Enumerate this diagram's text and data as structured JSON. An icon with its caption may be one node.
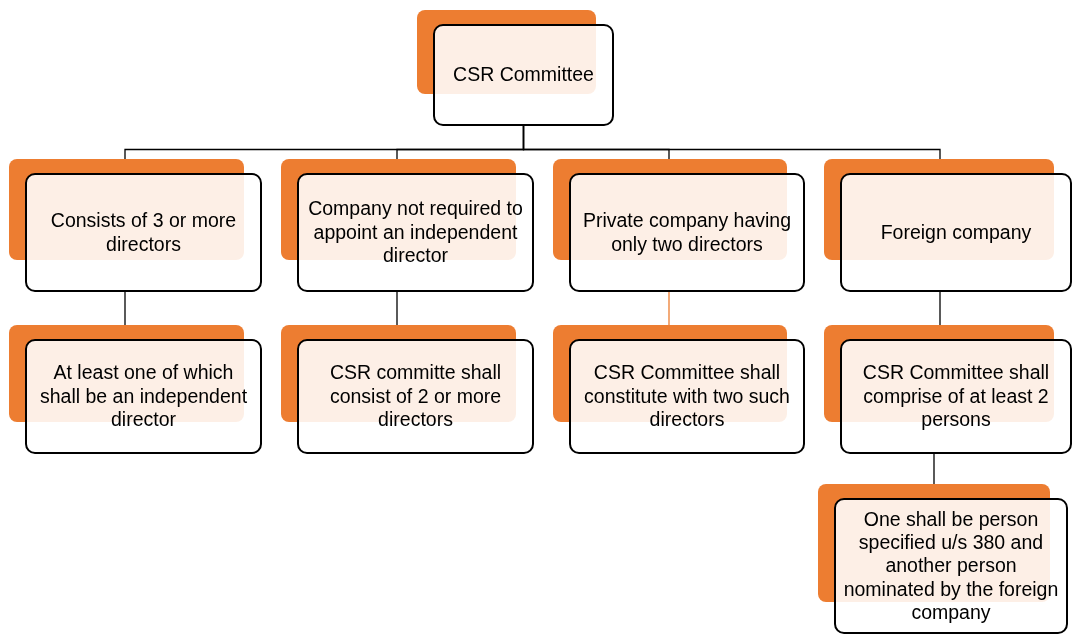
{
  "diagram": {
    "nodes": [
      {
        "text": [
          "CSR Committee"
        ]
      },
      {
        "text": [
          "Consists of 3 or more directors"
        ]
      },
      {
        "text": [
          "Company not required to appoint an independent director"
        ]
      },
      {
        "text": [
          "Private company having only two directors"
        ]
      },
      {
        "text": [
          "Foreign company"
        ]
      },
      {
        "text": [
          "At least one of which shall be an independent director"
        ]
      },
      {
        "text": [
          "CSR committe shall consist of 2 or more directors"
        ]
      },
      {
        "text": [
          "CSR Committee shall constitute with two such directors"
        ]
      },
      {
        "text": [
          "CSR Committee shall comprise of at least 2 persons"
        ]
      },
      {
        "text": [
          "One shall be person specified u/s 380 and another person nominated by the foreign company"
        ]
      }
    ],
    "edges": [
      {
        "from": 0,
        "to": 1,
        "arrow": "none"
      },
      {
        "from": 0,
        "to": 2,
        "arrow": "none"
      },
      {
        "from": 0,
        "to": 3,
        "arrow": "none"
      },
      {
        "from": 0,
        "to": 4,
        "arrow": "none"
      },
      {
        "from": 1,
        "to": 5,
        "arrow": "none"
      },
      {
        "from": 2,
        "to": 6,
        "arrow": "none"
      },
      {
        "from": 3,
        "to": 7,
        "arrow": "none",
        "color": "#ed7d31"
      },
      {
        "from": 4,
        "to": 8,
        "arrow": "none"
      },
      {
        "from": 8,
        "to": 9,
        "arrow": "none"
      }
    ]
  }
}
